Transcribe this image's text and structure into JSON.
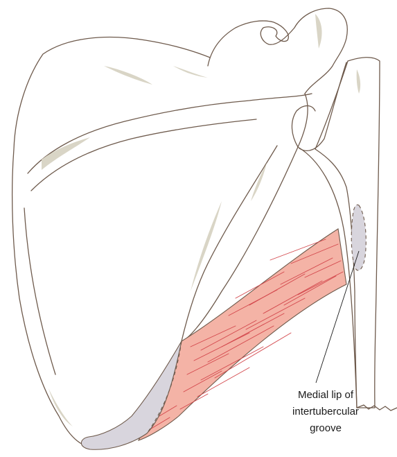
{
  "label": {
    "line1": "Medial lip of",
    "line2": "intertubercular",
    "line3": "groove"
  },
  "colors": {
    "muscle_fill": "#f4b3a6",
    "muscle_fibres": "#d3464b",
    "attachment_fill": "#d8d5dd",
    "bone_shadow": "#d9d5c6",
    "outline": "#6e5a4c"
  }
}
